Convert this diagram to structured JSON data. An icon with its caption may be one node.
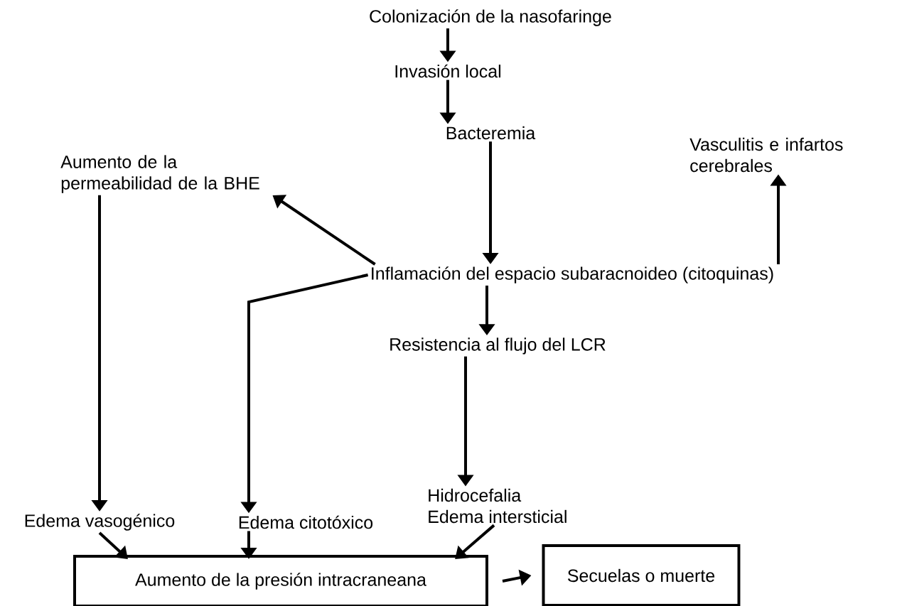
{
  "diagram": {
    "nodes": [
      {
        "text": [
          "Colonización de la nasofaringe"
        ]
      },
      {
        "text": [
          "Invasión local"
        ]
      },
      {
        "text": [
          "Bacteremia"
        ]
      },
      {
        "text": [
          "Aumento de la permeabilidad de la BHE"
        ]
      },
      {
        "text": [
          "Vasculitis e infartos cerebrales"
        ]
      },
      {
        "text": [
          "Inflamación del espacio subaracnoideo (citoquinas)"
        ]
      },
      {
        "text": [
          "Resistencia al flujo del LCR"
        ]
      },
      {
        "text": [
          "Hidrocefalia",
          "Edema intersticial"
        ]
      },
      {
        "text": [
          "Edema vasogénico"
        ]
      },
      {
        "text": [
          "Edema  citotóxico"
        ]
      },
      {
        "text": [
          "Aumento de la presión intracraneana"
        ]
      },
      {
        "text": [
          "Secuelas o muerte"
        ]
      }
    ],
    "edges": [
      {
        "from": 0,
        "to": 1,
        "arrow": "to"
      },
      {
        "from": 1,
        "to": 2,
        "arrow": "to"
      },
      {
        "from": 2,
        "to": 5,
        "arrow": "to"
      },
      {
        "from": 5,
        "to": 3,
        "arrow": "to"
      },
      {
        "from": 5,
        "to": 9,
        "arrow": "to"
      },
      {
        "from": 3,
        "to": 8,
        "arrow": "to"
      },
      {
        "from": 5,
        "to": 4,
        "arrow": "to"
      },
      {
        "from": 5,
        "to": 6,
        "arrow": "to"
      },
      {
        "from": 6,
        "to": 7,
        "arrow": "to"
      },
      {
        "from": 8,
        "to": 10,
        "arrow": "to"
      },
      {
        "from": 9,
        "to": 10,
        "arrow": "to"
      },
      {
        "from": 7,
        "to": 10,
        "arrow": "to"
      },
      {
        "from": 10,
        "to": 11,
        "arrow": "to"
      }
    ]
  }
}
